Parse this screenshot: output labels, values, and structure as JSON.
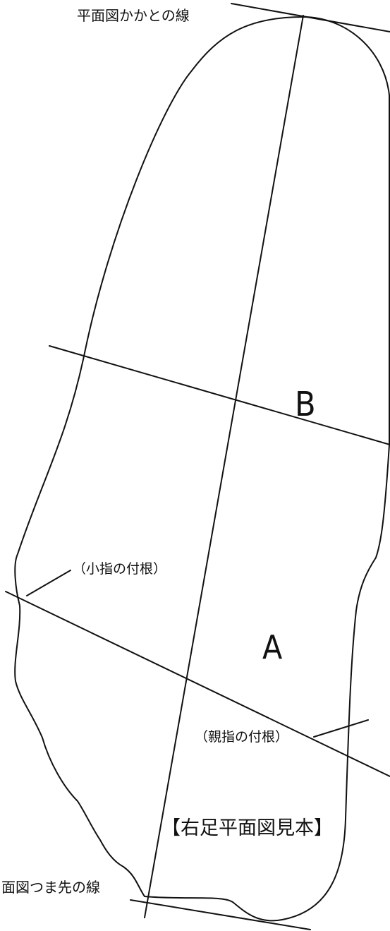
{
  "labels": {
    "heel_line": "平面図かかとの線",
    "toe_line": "面図つま先の線",
    "little_toe_base": "（小指の付根）",
    "big_toe_base": "（親指の付根）",
    "caption": "【右足平面図見本】",
    "marker_a": "A",
    "marker_b": "B"
  },
  "colors": {
    "stroke": "#111111",
    "background": "#ffffff"
  }
}
